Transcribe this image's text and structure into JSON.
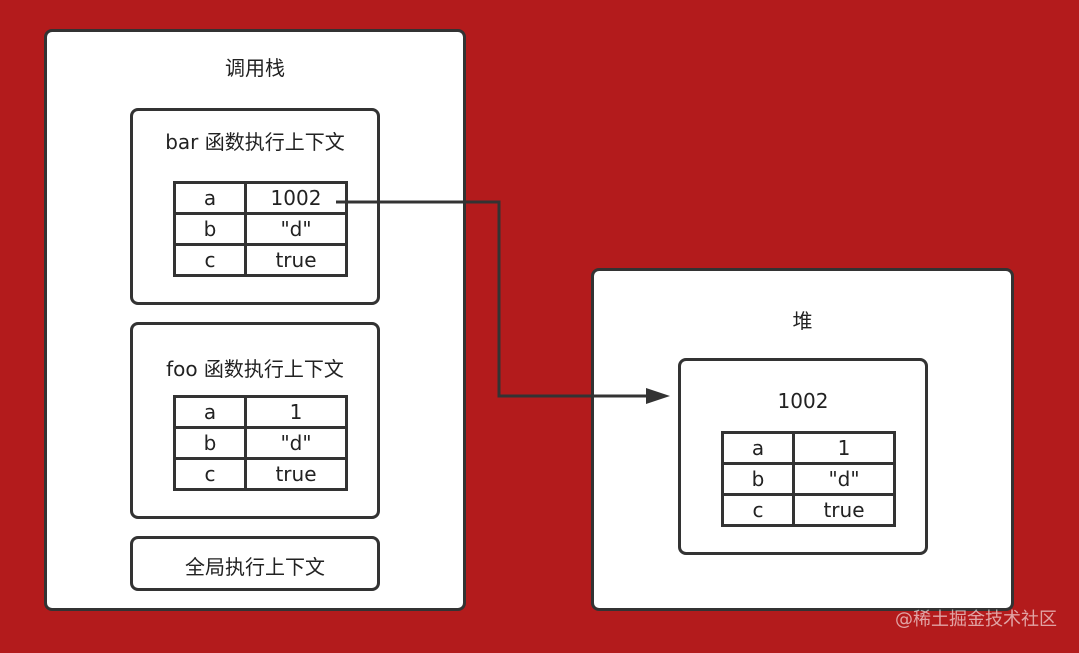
{
  "call_stack": {
    "title": "调用栈",
    "bar_context": {
      "title": "bar 函数执行上下文",
      "rows": [
        {
          "key": "a",
          "value": "1002"
        },
        {
          "key": "b",
          "value": "\"d\""
        },
        {
          "key": "c",
          "value": "true"
        }
      ]
    },
    "foo_context": {
      "title": "foo 函数执行上下文",
      "rows": [
        {
          "key": "a",
          "value": "1"
        },
        {
          "key": "b",
          "value": "\"d\""
        },
        {
          "key": "c",
          "value": "true"
        }
      ]
    },
    "global_context": {
      "title": "全局执行上下文"
    }
  },
  "heap": {
    "title": "堆",
    "object": {
      "title": "1002",
      "rows": [
        {
          "key": "a",
          "value": "1"
        },
        {
          "key": "b",
          "value": "\"d\""
        },
        {
          "key": "c",
          "value": "true"
        }
      ]
    }
  },
  "watermark": "@稀土掘金技术社区",
  "colors": {
    "background": "#b31b1c",
    "stroke": "#333333",
    "box": "#ffffff"
  }
}
